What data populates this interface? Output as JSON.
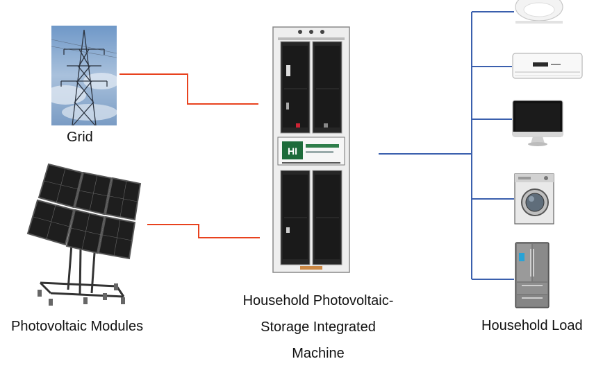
{
  "labels": {
    "grid": "Grid",
    "pv_modules": "Photovoltaic Modules",
    "machine_line1": "Household Photovoltaic-",
    "machine_line2": "Storage Integrated",
    "machine_line3": "Machine",
    "household_load": "Household Load"
  },
  "colors": {
    "source_line": "#e8421e",
    "load_line": "#3a5fad"
  },
  "icons": {
    "grid": "power-transmission-tower-icon",
    "pv": "solar-panel-array-icon",
    "machine": "storage-cabinet-icon",
    "loads": [
      "ceiling-lamp-icon",
      "air-conditioner-icon",
      "computer-monitor-icon",
      "washing-machine-icon",
      "refrigerator-icon"
    ]
  }
}
